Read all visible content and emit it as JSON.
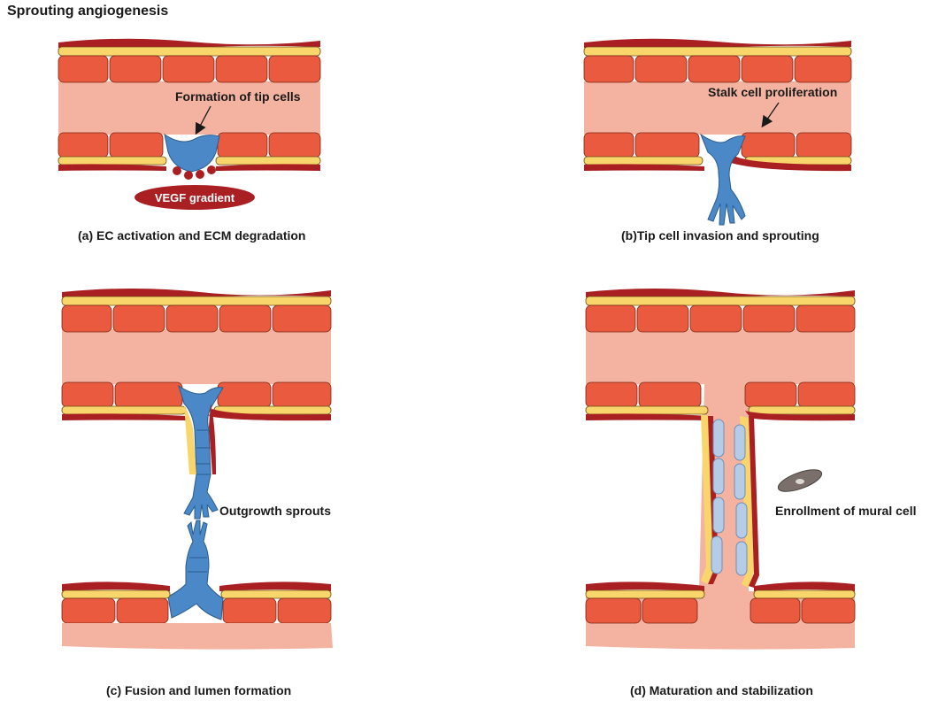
{
  "title": "Sprouting angiogenesis",
  "panels": [
    {
      "caption": "(a) EC activation and ECM degradation",
      "annotation": "Formation of tip cells",
      "badge": "VEGF gradient"
    },
    {
      "caption": "(b)Tip cell invasion and sprouting",
      "annotation": "Stalk cell proliferation"
    },
    {
      "caption": "(c) Fusion and lumen formation",
      "annotation": "Outgrowth sprouts"
    },
    {
      "caption": "(d) Maturation and stabilization",
      "annotation": "Enrollment of mural cell"
    }
  ],
  "colors": {
    "membrane": "#a91f22",
    "pericyte": "#f9d66c",
    "endothelial": "#ea5a3e",
    "lumen": "#f4b3a0",
    "tip_cell": "#4a88c7",
    "mural_cell": "#b5cbe6"
  }
}
